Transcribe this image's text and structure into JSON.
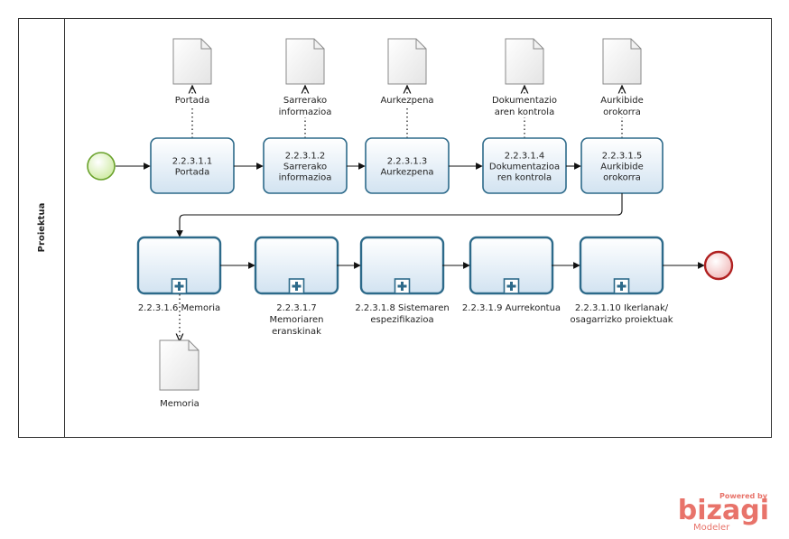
{
  "pool": {
    "label": "Proiektua"
  },
  "tasks": [
    {
      "lines": [
        "2.2.3.1.1",
        "Portada"
      ]
    },
    {
      "lines": [
        "2.2.3.1.2",
        "Sarrerako",
        "informazioa"
      ]
    },
    {
      "lines": [
        "2.2.3.1.3",
        "Aurkezpena"
      ]
    },
    {
      "lines": [
        "2.2.3.1.4",
        "Dokumentazioa",
        "ren kontrola"
      ]
    },
    {
      "lines": [
        "2.2.3.1.5",
        "Aurkibide",
        "orokorra"
      ]
    }
  ],
  "top_documents": [
    {
      "lines": [
        "Portada"
      ]
    },
    {
      "lines": [
        "Sarrerako",
        "informazioa"
      ]
    },
    {
      "lines": [
        "Aurkezpena"
      ]
    },
    {
      "lines": [
        "Dokumentazio",
        "aren kontrola"
      ]
    },
    {
      "lines": [
        "Aurkibide",
        "orokorra"
      ]
    }
  ],
  "subprocesses": [
    {
      "lines": [
        "2.2.3.1.6 Memoria"
      ]
    },
    {
      "lines": [
        "2.2.3.1.7",
        "Memoriaren",
        "eranskinak"
      ]
    },
    {
      "lines": [
        "2.2.3.1.8 Sistemaren",
        "espezifikazioa"
      ]
    },
    {
      "lines": [
        "2.2.3.1.9 Aurrekontua"
      ]
    },
    {
      "lines": [
        "2.2.3.1.10 Ikerlanak/",
        "osagarrizko proiektuak"
      ]
    }
  ],
  "bottom_document": {
    "lines": [
      "Memoria"
    ]
  },
  "branding": {
    "powered_by": "Powered by",
    "name": "bizagi",
    "product": "Modeler"
  },
  "colors": {
    "task_stroke": "#2d6a8a",
    "task_fill_top": "#ffffff",
    "task_fill_bottom": "#d2e3f1",
    "start_fill": "#d8f0b0",
    "start_stroke": "#6aa22c",
    "end_fill": "#f5c9c9",
    "end_stroke": "#b02020",
    "brand": "#e8736a"
  }
}
